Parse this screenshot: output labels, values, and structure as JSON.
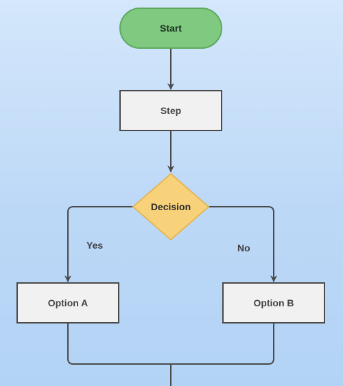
{
  "nodes": {
    "start": "Start",
    "step": "Step",
    "decision": "Decision",
    "option_a": "Option A",
    "option_b": "Option B"
  },
  "edges": {
    "yes": "Yes",
    "no": "No"
  },
  "colors": {
    "terminal_fill": "#7fca80",
    "decision_fill": "#f8d27a",
    "process_fill": "#f1f1f1",
    "connector": "#4a4a4a"
  }
}
